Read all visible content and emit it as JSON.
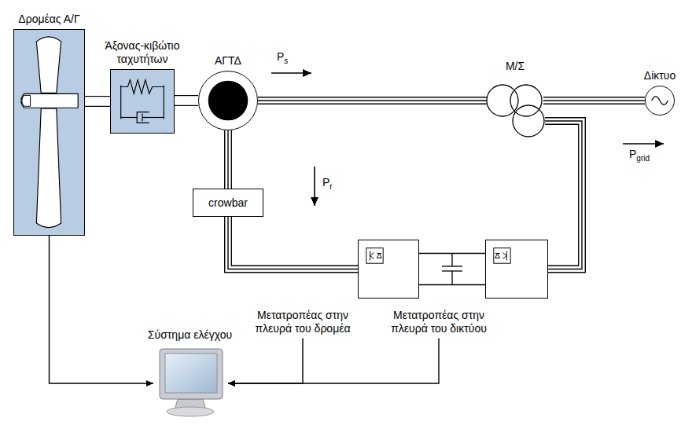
{
  "diagram": {
    "nodes": [
      {
        "text": [
          "Δρομέας Α/Γ"
        ]
      },
      {
        "text": [
          "Άξονας-κιβώτιο ταχυτήτων"
        ]
      },
      {
        "text": [
          "ΑΓΤΔ"
        ]
      },
      {
        "text": [
          "Μ/Σ"
        ]
      },
      {
        "text": [
          "Δίκτυο"
        ]
      },
      {
        "text": [
          "crowbar"
        ]
      },
      {
        "text": [
          "Μετατροπέας στην πλευρά του δρομέα"
        ]
      },
      {
        "text": [
          "Μετατροπέας στην πλευρά του δικτύου"
        ]
      },
      {
        "text": [
          "Σύστημα ελέγχου"
        ]
      }
    ],
    "edges": [
      {
        "from": 0,
        "to": 1,
        "arrow": "none"
      },
      {
        "from": 1,
        "to": 2,
        "arrow": "none"
      },
      {
        "from": 2,
        "to": 3,
        "arrow": "none"
      },
      {
        "from": 3,
        "to": 4,
        "arrow": "none"
      },
      {
        "from": 2,
        "to": 5,
        "arrow": "none"
      },
      {
        "from": 5,
        "to": 6,
        "arrow": "none"
      },
      {
        "from": 6,
        "to": 7,
        "arrow": "none"
      },
      {
        "from": 7,
        "to": 3,
        "arrow": "none"
      },
      {
        "from": 0,
        "to": 8,
        "arrow": "to"
      },
      {
        "from": 6,
        "to": 8,
        "arrow": "to"
      },
      {
        "from": 7,
        "to": 8,
        "arrow": "to"
      }
    ],
    "labels": [
      "Ps",
      "Pr",
      "Pgrid"
    ]
  }
}
